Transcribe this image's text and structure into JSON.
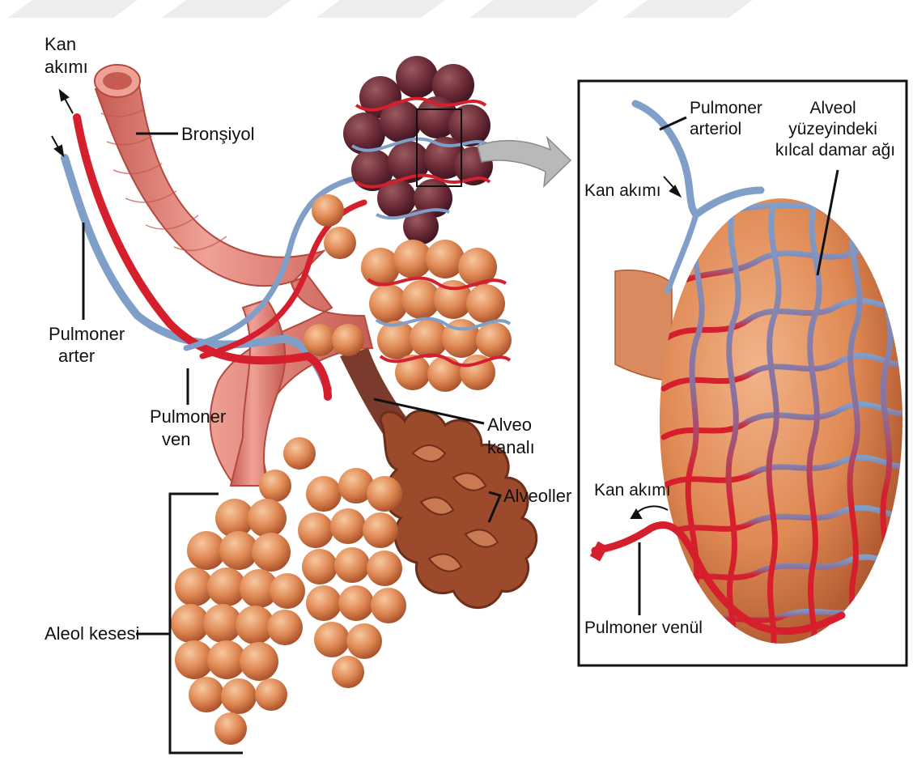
{
  "labels": {
    "blood_flow_left": [
      "Kan",
      "akımı"
    ],
    "bronchiole": "Bronşiyol",
    "pulmonary_artery": [
      "Pulmoner",
      "arter"
    ],
    "pulmonary_vein": [
      "Pulmoner",
      "ven"
    ],
    "alveolar_duct": [
      "Alveo",
      "kanalı"
    ],
    "alveoli": "Alveoller",
    "alveolar_sac": "Aleol kesesi",
    "inset_arteriole": [
      "Pulmoner",
      "arteriol"
    ],
    "inset_capillary_net": [
      "Alveol",
      "yüzeyindeki",
      "kılcal damar ağı"
    ],
    "inset_flow_top": "Kan akımı",
    "inset_flow_bottom": "Kan akımı",
    "inset_venule": "Pulmoner venül"
  },
  "colors": {
    "alveolus": "#e08a55",
    "alveolus_dark": "#b85a2c",
    "bronchiole": "#e8877a",
    "artery_blue": "#7f9fc9",
    "vein_red": "#d61f2c",
    "alveolus_cut": "#9c4a2c",
    "stripe": "#ededed"
  }
}
